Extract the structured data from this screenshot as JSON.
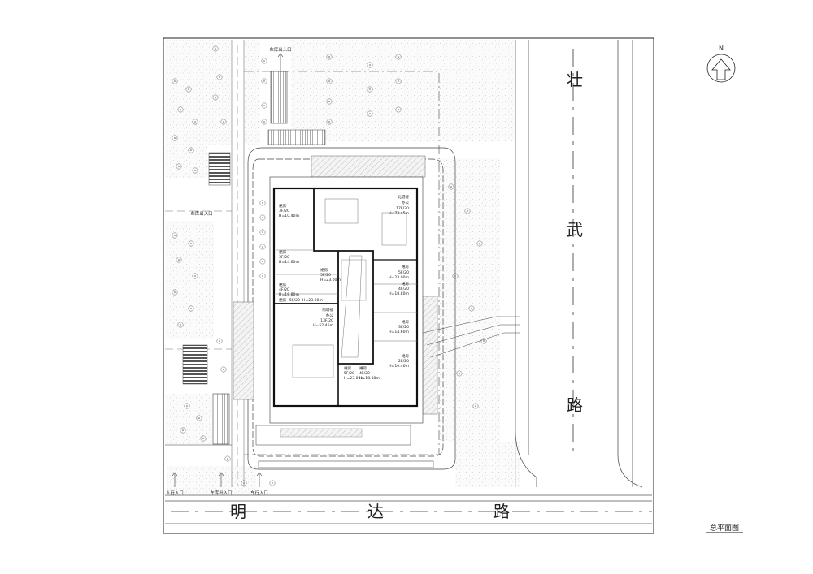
{
  "title": "总平面图",
  "north": "N",
  "roads": {
    "east": [
      "壮",
      "武",
      "路"
    ],
    "south": [
      "明",
      "达",
      "路"
    ]
  },
  "entrances": {
    "garage_north": "车库出入口",
    "garage_west": "车库出入口",
    "pedestrian": "人行入口",
    "garage_south": "车库出入口",
    "vehicle": "车行入口"
  },
  "buildings": [
    {
      "id": "nw",
      "name": "裙房",
      "floors": "3F/20",
      "height": "H=10.40m"
    },
    {
      "id": "north_tower",
      "name": "北塔楼",
      "name2": "办公",
      "floors": "17F/20",
      "height": "H=73.45m"
    },
    {
      "id": "w1",
      "name": "裙房",
      "floors": "3F/20",
      "height": "H=14.60m"
    },
    {
      "id": "c1",
      "name": "裙房",
      "floors": "5F/20",
      "height": "H=23.00m"
    },
    {
      "id": "e1",
      "name": "裙房",
      "floors": "5F/20",
      "height": "H=23.00m"
    },
    {
      "id": "e2",
      "name": "裙房",
      "floors": "4F/20",
      "height": "H=18.80m"
    },
    {
      "id": "w2",
      "name": "裙房",
      "floors": "4F/20",
      "height": "H=18.80m"
    },
    {
      "id": "w3",
      "name": "裙房",
      "floors": "5F/20",
      "height": "H=23.00m"
    },
    {
      "id": "south_tower",
      "name": "南塔楼",
      "name2": "办公",
      "floors": "13F/20",
      "height": "H=52.45m"
    },
    {
      "id": "e3",
      "name": "裙房",
      "floors": "3F/20",
      "height": "H=14.60m"
    },
    {
      "id": "e4",
      "name": "裙房",
      "floors": "2F/20",
      "height": "H=10.40m"
    },
    {
      "id": "s1",
      "name": "裙房",
      "floors": "5F/20",
      "height": "H=23.00m"
    },
    {
      "id": "s2",
      "name": "裙房",
      "floors": "4F/20",
      "height": "H=18.80m"
    }
  ]
}
